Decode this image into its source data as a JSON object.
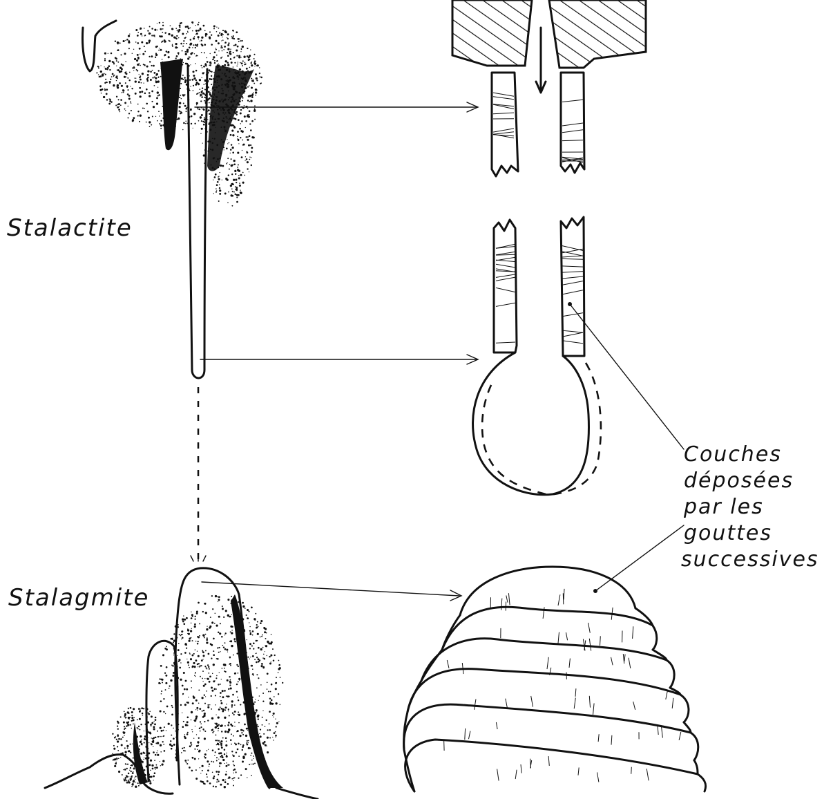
{
  "labels": {
    "stalactite": "Stalactite",
    "stalagmite": "Stalagmite",
    "couches_lines": [
      "Couches",
      "déposées",
      "par les",
      "gouttes",
      "successives"
    ]
  },
  "colors": {
    "ink": "#111111",
    "paper": "#ffffff"
  }
}
